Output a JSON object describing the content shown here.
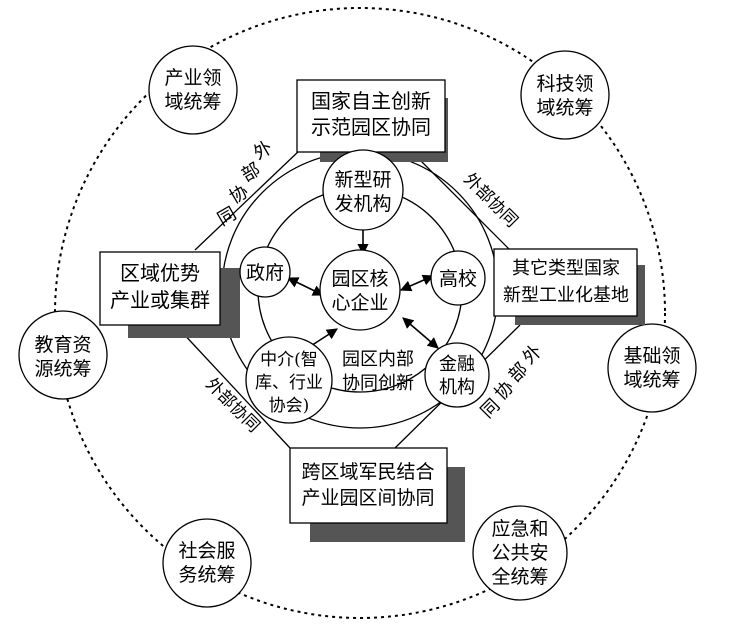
{
  "outer_nodes": {
    "industry": [
      "产业领",
      "域统筹"
    ],
    "sci_tech": [
      "科技领",
      "域统筹"
    ],
    "education": [
      "教育资",
      "源统筹"
    ],
    "infrastructure": [
      "基础领",
      "域统筹"
    ],
    "social": [
      "社会服",
      "务统筹"
    ],
    "emergency": [
      "应急和",
      "公共安",
      "全统筹"
    ]
  },
  "boxes": {
    "top": [
      "国家自主创新",
      "示范园区协同"
    ],
    "left": [
      "区域优势",
      "产业或集群"
    ],
    "right": [
      "其它类型国家",
      "新型工业化基地"
    ],
    "bottom": [
      "跨区域军民结合",
      "产业园区间协同"
    ]
  },
  "edge_labels": {
    "top_left": [
      "外",
      "部",
      "协",
      "同"
    ],
    "top_right": "外部协同",
    "bottom_left": "外部协同",
    "bottom_right": [
      "外",
      "部",
      "协",
      "同"
    ]
  },
  "inner_nodes": {
    "core": [
      "园区核",
      "心企业"
    ],
    "rnd": [
      "新型研",
      "发机构"
    ],
    "government": "政府",
    "university": "高校",
    "finance": [
      "金融",
      "机构"
    ],
    "intermediary": [
      "中介(智",
      "库、行业",
      "协会)"
    ]
  },
  "inner_label": [
    "园区内部",
    "协同创新"
  ]
}
